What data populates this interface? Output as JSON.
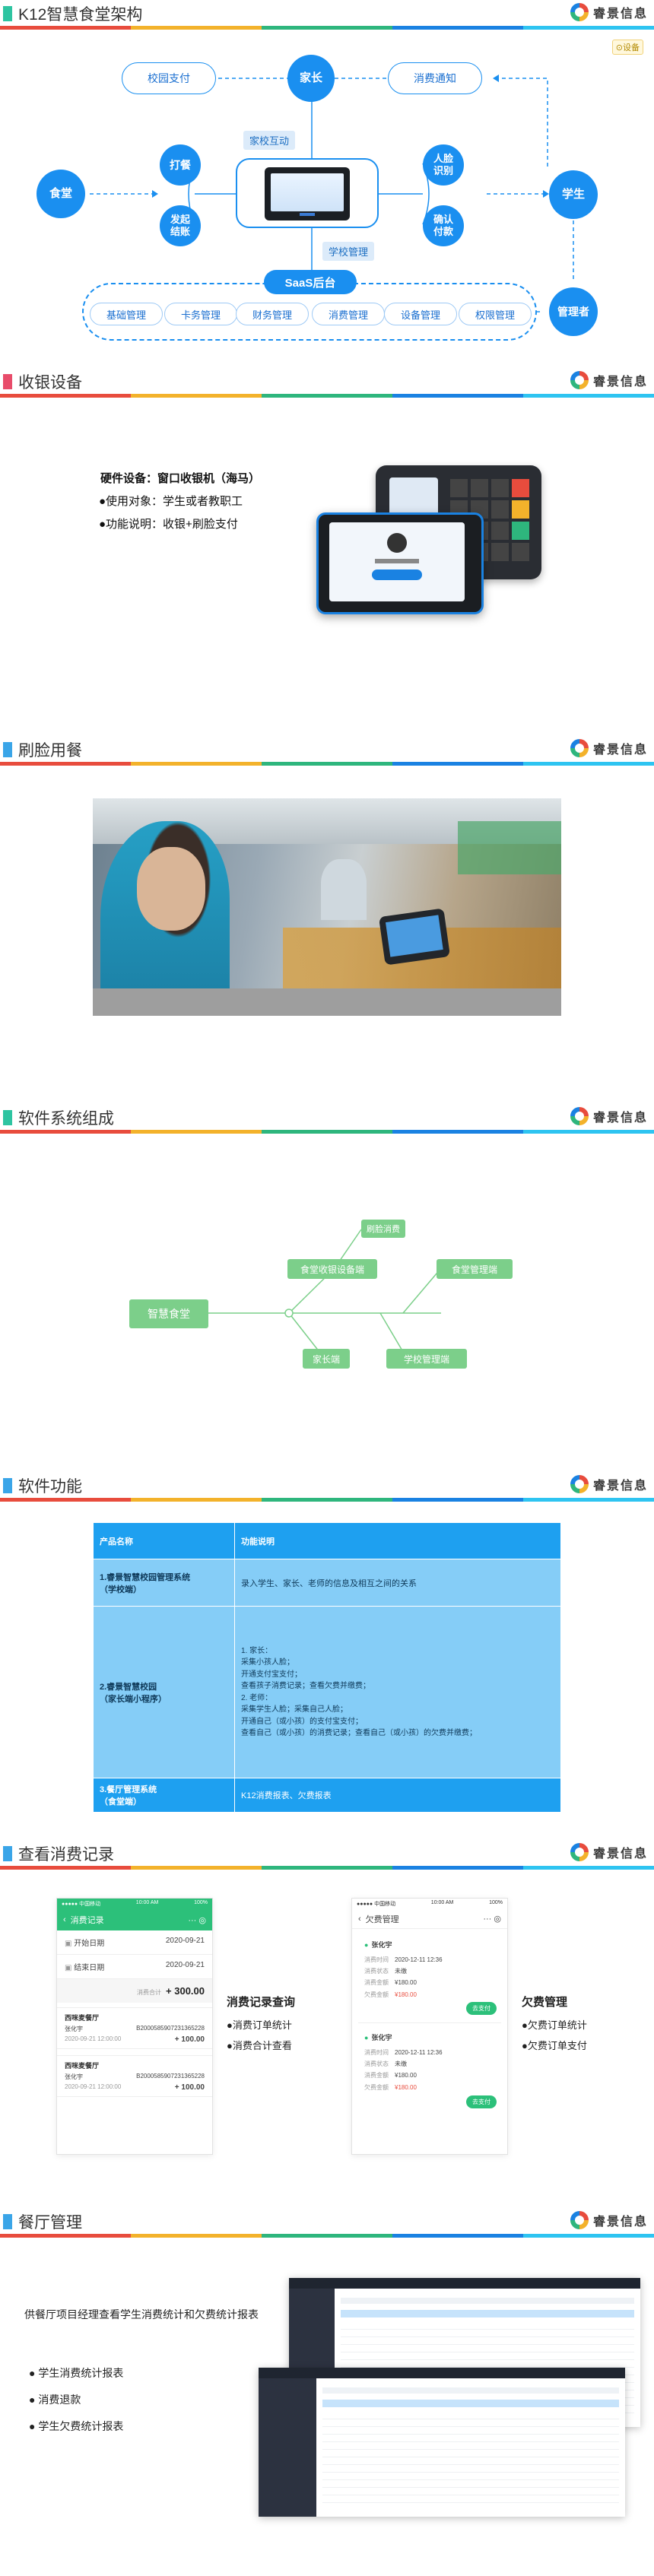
{
  "brand": {
    "name": "睿景信息"
  },
  "colors": {
    "accent": "#1a8ff0",
    "green": "#7ccf8a",
    "stripe": [
      "#e84c3d",
      "#f3b22b",
      "#2eb67d",
      "#1a82e2",
      "#2ec4f1"
    ]
  },
  "slides": {
    "architecture": {
      "title": "K12智慧食堂架构",
      "legend": "⊙设备",
      "circles": {
        "parent": "家长",
        "canteen": "食堂",
        "student": "学生",
        "manager": "管理者"
      },
      "pills": {
        "campus_pay": "校园支付",
        "consume_notice": "消费通知"
      },
      "left_actions": {
        "punch": "打餐",
        "settle": "发起\n结账"
      },
      "right_actions": {
        "face": "人脸\n识别",
        "confirm": "确认\n付款"
      },
      "tags": {
        "home_school": "家校互动",
        "school_manage": "学校管理"
      },
      "saas": "SaaS后台",
      "modules": [
        "基础管理",
        "卡务管理",
        "财务管理",
        "消费管理",
        "设备管理",
        "权限管理"
      ]
    },
    "pos": {
      "title": "收银设备",
      "hardware": "硬件设备：窗口收银机（海马）",
      "target": "●使用对象：学生或者教职工",
      "function": "●功能说明：收银+刷脸支付"
    },
    "face": {
      "title": "刷脸用餐"
    },
    "software_structure": {
      "title": "软件系统组成",
      "root": "智慧食堂",
      "nodes": {
        "face_pay": "刷脸消费",
        "canteen_device": "食堂收银设备端",
        "canteen_mgmt": "食堂管理端",
        "parent": "家长端",
        "school_mgmt": "学校管理端"
      }
    },
    "software_function": {
      "title": "软件功能",
      "headers": [
        "产品名称",
        "功能说明"
      ],
      "rows": [
        {
          "name": "1.睿景智慧校园管理系统\n（学校端）",
          "desc": "录入学生、家长、老师的信息及相互之间的关系"
        },
        {
          "name": "2.睿景智慧校园\n（家长端小程序）",
          "desc": "1. 家长：\n采集小孩人脸；\n开通支付宝支付；\n查看孩子消费记录；查看欠费并缴费；\n2. 老师：\n采集学生人脸；采集自己人脸；\n开通自己（或小孩）的支付宝支付；\n查看自己（或小孩）的消费记录；查看自己（或小孩）的欠费并缴费；"
        },
        {
          "name": "3.餐厅管理系统\n（食堂端）",
          "desc": "K12消费报表、欠费报表"
        }
      ]
    },
    "records": {
      "title": "查看消费记录",
      "left_phone": {
        "time": "10:00 AM",
        "carrier": "●●●●● 中国移动",
        "battery": "100%",
        "header": "消费记录",
        "start_label": "开始日期",
        "start_value": "2020-09-21",
        "end_label": "结束日期",
        "end_value": "2020-09-21",
        "total_label": "消费合计",
        "total_value": "+ 300.00",
        "entries": [
          {
            "store": "西咪麦餐厅",
            "name": "张化宇",
            "no": "B2000585907231365228",
            "amount": "+ 100.00",
            "time": "2020-09-21 12:00:00"
          },
          {
            "store": "西咪麦餐厅",
            "name": "张化宇",
            "no": "B2000585907231365228",
            "amount": "+ 100.00",
            "time": "2020-09-21 12:00:00"
          }
        ]
      },
      "left_caption": {
        "title": "消费记录查询",
        "items": [
          "●消费订单统计",
          "●消费合计查看"
        ]
      },
      "right_phone": {
        "time": "10:00 AM",
        "carrier": "●●●●● 中国移动",
        "battery": "100%",
        "header": "欠费管理",
        "cards": [
          {
            "name": "张化宇",
            "rows": [
              [
                "消费时间",
                "2020-12-11 12:36"
              ],
              [
                "消费状态",
                "未缴"
              ],
              [
                "消费金额",
                "¥180.00"
              ],
              [
                "欠费金额",
                "¥180.00"
              ]
            ],
            "button": "去支付"
          },
          {
            "name": "张化宇",
            "rows": [
              [
                "消费时间",
                "2020-12-11 12:36"
              ],
              [
                "消费状态",
                "未缴"
              ],
              [
                "消费金额",
                "¥180.00"
              ],
              [
                "欠费金额",
                "¥180.00"
              ]
            ],
            "button": "去支付"
          }
        ]
      },
      "right_caption": {
        "title": "欠费管理",
        "items": [
          "●欠费订单统计",
          "●欠费订单支付"
        ]
      }
    },
    "restaurant": {
      "title": "餐厅管理",
      "intro": "供餐厅项目经理查看学生消费统计和欠费统计报表",
      "items": [
        "学生消费统计报表",
        "消费退款",
        "学生欠费统计报表"
      ]
    }
  }
}
